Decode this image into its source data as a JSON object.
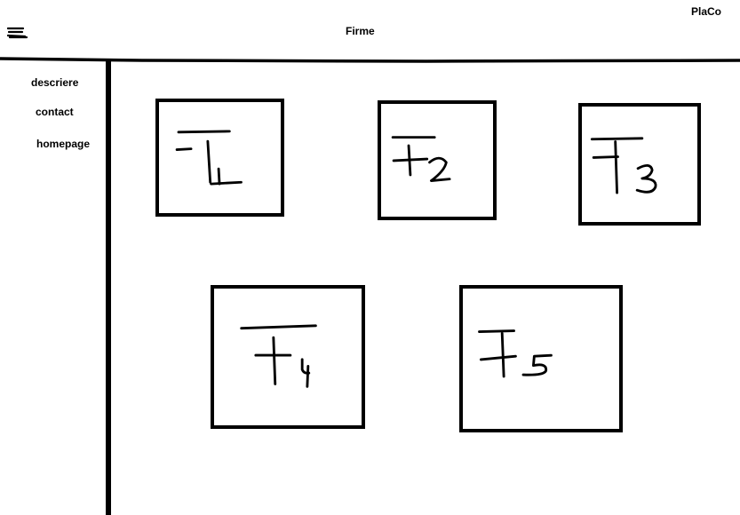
{
  "header": {
    "title": "Firme",
    "brand": "PlaCo",
    "menu_icon": "hamburger-menu-icon"
  },
  "sidebar": {
    "items": [
      {
        "label": "descriere"
      },
      {
        "label": "contact"
      },
      {
        "label": "homepage"
      }
    ]
  },
  "tiles": [
    {
      "label": "F1"
    },
    {
      "label": "F2"
    },
    {
      "label": "F3"
    },
    {
      "label": "F4"
    },
    {
      "label": "F5"
    }
  ]
}
